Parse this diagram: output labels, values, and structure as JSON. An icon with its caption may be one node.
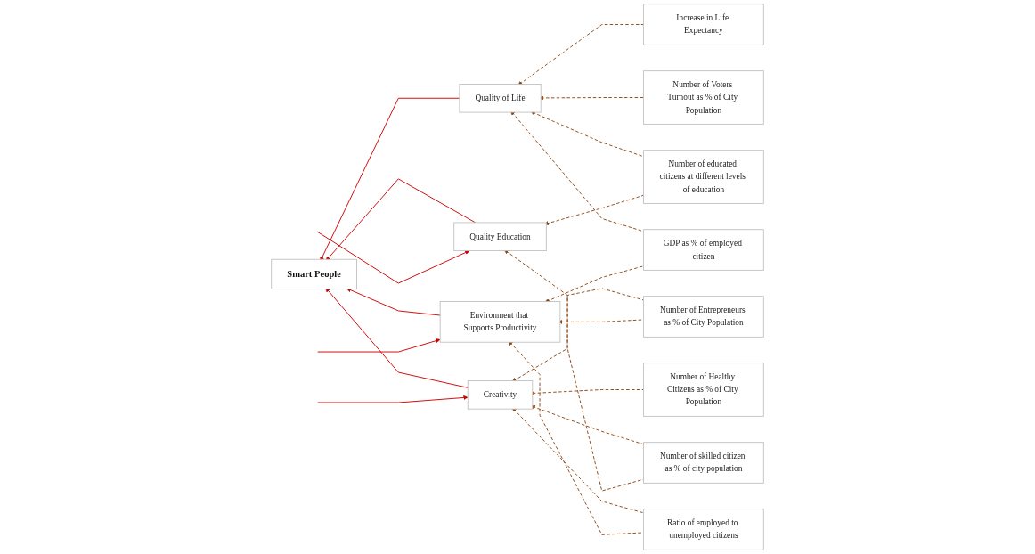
{
  "diagram": {
    "nodes": [
      {
        "text": [
          "Smart People"
        ]
      },
      {
        "text": [
          "Quality of Life"
        ]
      },
      {
        "text": [
          "Creativity"
        ]
      },
      {
        "text": [
          "Quality Education"
        ]
      },
      {
        "text": [
          "Environment that Supports Productivity"
        ]
      },
      {
        "text": [
          "Increase in Life Expectancy"
        ]
      },
      {
        "text": [
          "Number of Voters Turnout as % of City Population"
        ]
      },
      {
        "text": [
          "Number of educated citizens at different levels of education"
        ]
      },
      {
        "text": [
          "Number of Entrepreneurs as % of City Population"
        ]
      },
      {
        "text": [
          "Number of Healthy Citizens as % of City Population"
        ]
      },
      {
        "text": [
          "Number of skilled citizen as % of city population"
        ]
      },
      {
        "text": [
          "GDP as % of employed citizen"
        ]
      },
      {
        "text": [
          "Ratio of employed to unemployed citizens"
        ]
      }
    ],
    "edges": [
      {
        "from": 1,
        "to": 0,
        "arrow": "to",
        "color": "#cc0000"
      },
      {
        "from": 2,
        "to": 0,
        "arrow": "to",
        "color": "#cc0000"
      },
      {
        "from": 3,
        "to": 0,
        "arrow": "to",
        "color": "#cc0000"
      },
      {
        "from": 4,
        "to": 0,
        "arrow": "to",
        "color": "#cc0000"
      },
      {
        "from": null,
        "to": 2,
        "arrow": "to",
        "color": "#cc0000"
      },
      {
        "from": null,
        "to": 3,
        "arrow": "to",
        "color": "#cc0000"
      },
      {
        "from": null,
        "to": 4,
        "arrow": "to",
        "color": "#cc0000"
      },
      {
        "from": 5,
        "to": 1,
        "arrow": "to",
        "style": "dashed"
      },
      {
        "from": 6,
        "to": 1,
        "arrow": "to",
        "style": "dashed"
      },
      {
        "from": 7,
        "to": 1,
        "arrow": "to",
        "style": "dashed"
      },
      {
        "from": 11,
        "to": 1,
        "arrow": "to",
        "style": "dashed"
      },
      {
        "from": 8,
        "to": 2,
        "arrow": "to",
        "style": "dashed"
      },
      {
        "from": 9,
        "to": 2,
        "arrow": "to",
        "style": "dashed"
      },
      {
        "from": 10,
        "to": 2,
        "arrow": "to",
        "style": "dashed"
      },
      {
        "from": 12,
        "to": 2,
        "arrow": "to",
        "style": "dashed"
      },
      {
        "from": 7,
        "to": 3,
        "arrow": "to",
        "style": "dashed"
      },
      {
        "from": 10,
        "to": 3,
        "arrow": "to",
        "style": "dashed"
      },
      {
        "from": 8,
        "to": 4,
        "arrow": "to",
        "style": "dashed"
      },
      {
        "from": 11,
        "to": 4,
        "arrow": "to",
        "style": "dashed"
      },
      {
        "from": 12,
        "to": 4,
        "arrow": "to",
        "style": "dashed"
      }
    ]
  }
}
